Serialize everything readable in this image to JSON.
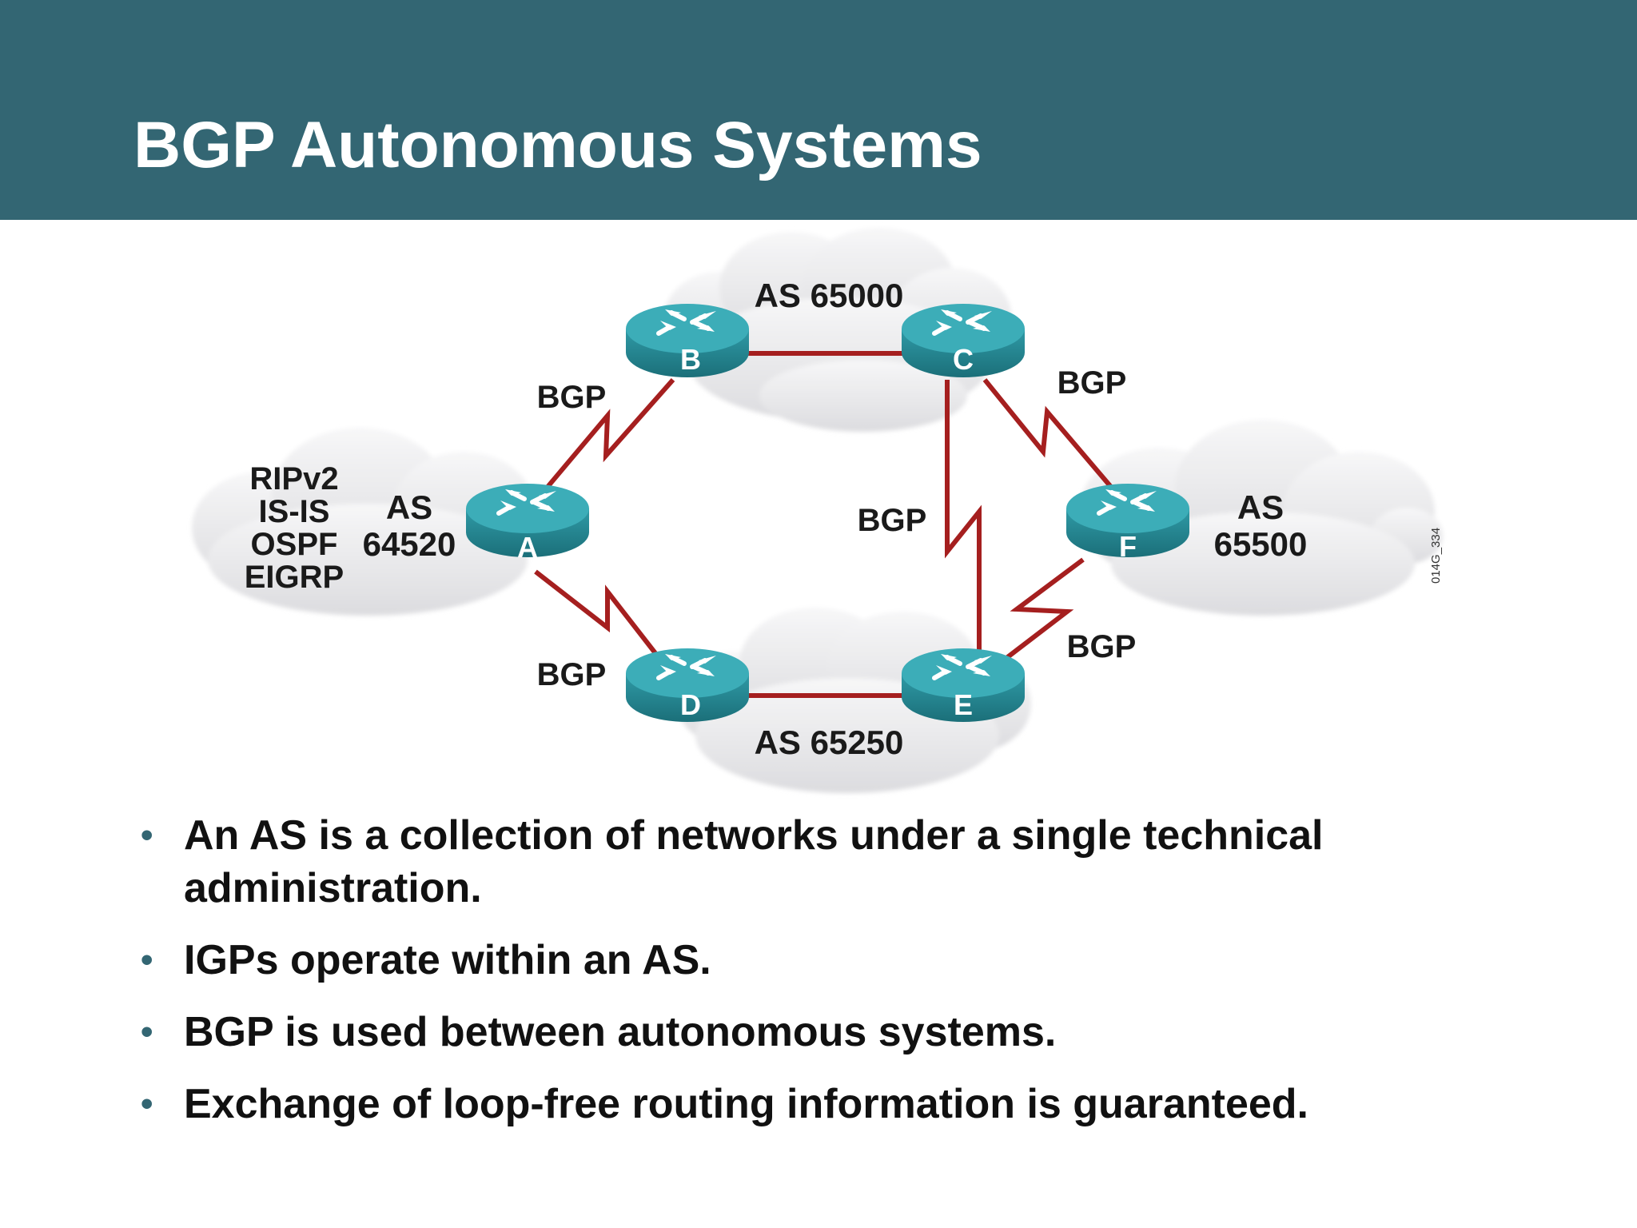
{
  "slide": {
    "title": "BGP Autonomous Systems",
    "colors": {
      "header": "#336673",
      "link": "#a51f1f",
      "router": "#2a8a95",
      "cloud": "#e8e8ea"
    }
  },
  "diagram": {
    "routers": {
      "a": "A",
      "b": "B",
      "c": "C",
      "d": "D",
      "e": "E",
      "f": "F"
    },
    "as_labels": {
      "as65000": "AS 65000",
      "as65250": "AS 65250",
      "as64520_line1": "AS",
      "as64520_line2": "64520",
      "as65500_line1": "AS",
      "as65500_line2": "65500"
    },
    "igp_protocols": [
      "RIPv2",
      "IS-IS",
      "OSPF",
      "EIGRP"
    ],
    "link_labels": {
      "ab": "BGP",
      "ad": "BGP",
      "cf": "BGP",
      "ce": "BGP",
      "ef": "BGP"
    },
    "figure_code": "014G_334"
  },
  "bullets": [
    "An AS is a collection of networks under a single technical administration.",
    "IGPs operate within an AS.",
    "BGP is used between autonomous systems.",
    "Exchange of loop-free routing information is guaranteed."
  ]
}
